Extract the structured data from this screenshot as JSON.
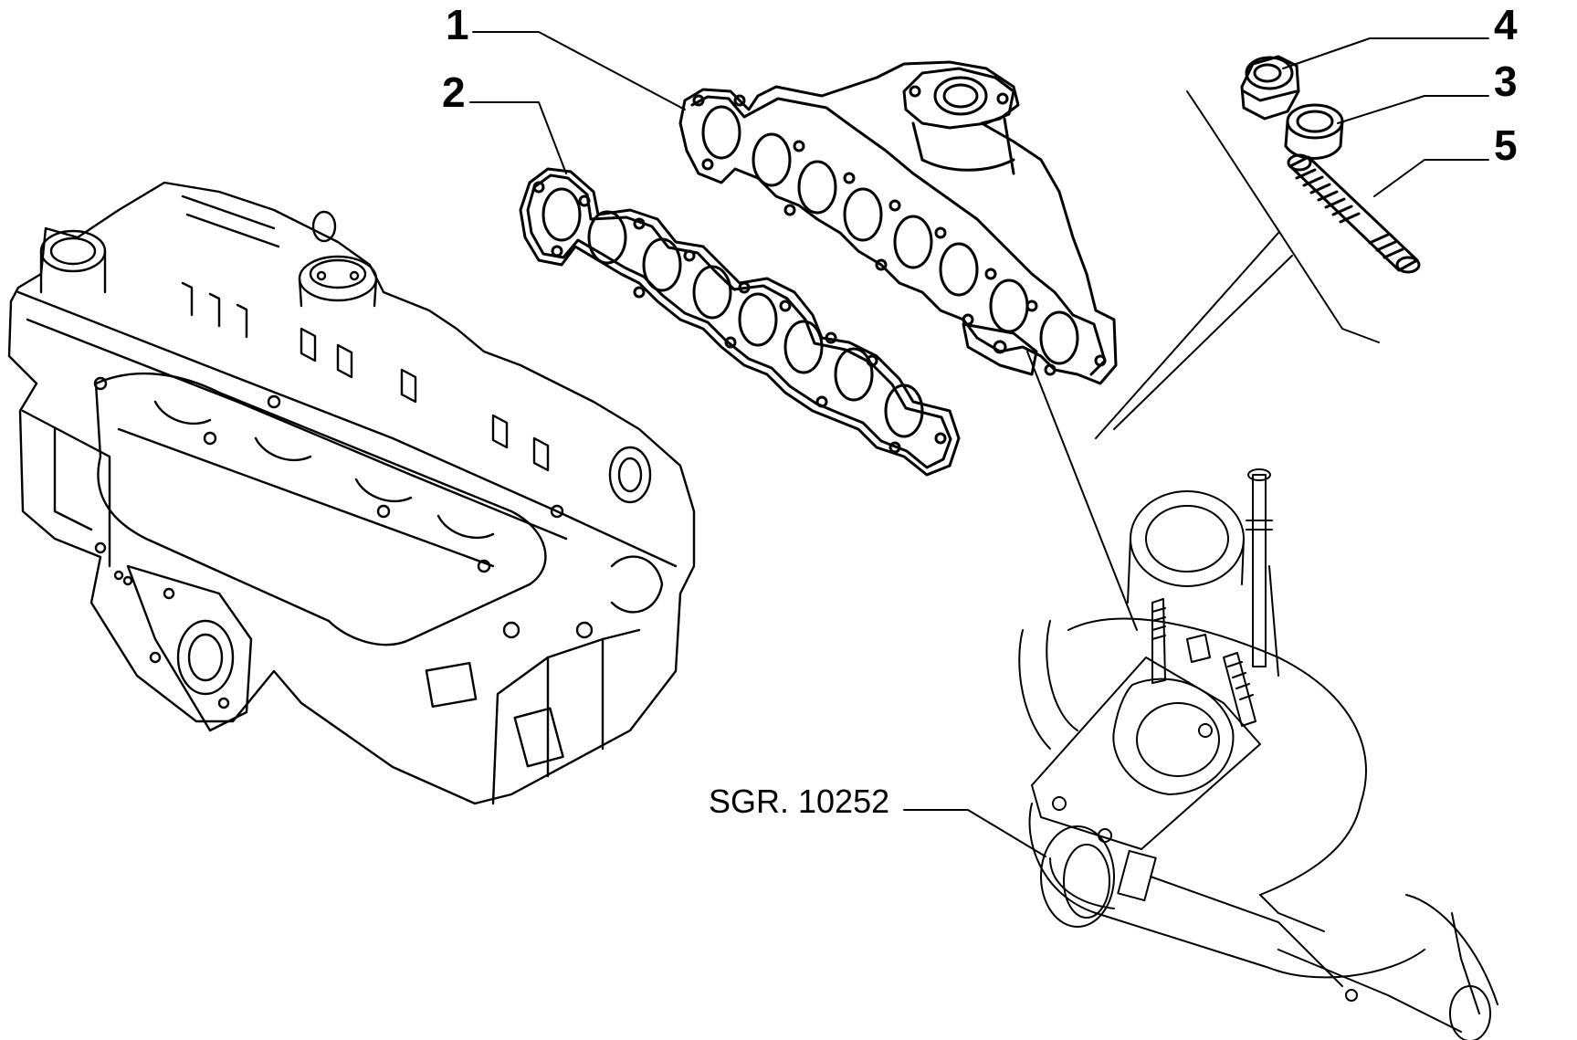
{
  "diagram": {
    "callouts": [
      {
        "id": "1",
        "label": "1",
        "part": "exhaust-manifold"
      },
      {
        "id": "2",
        "label": "2",
        "part": "manifold-gasket"
      },
      {
        "id": "3",
        "label": "3",
        "part": "washer"
      },
      {
        "id": "4",
        "label": "4",
        "part": "nut"
      },
      {
        "id": "5",
        "label": "5",
        "part": "stud"
      }
    ],
    "reference": {
      "label": "SGR. 10252",
      "part": "turbocharger"
    },
    "colors": {
      "ink": "#000000",
      "paper": "#ffffff"
    }
  }
}
